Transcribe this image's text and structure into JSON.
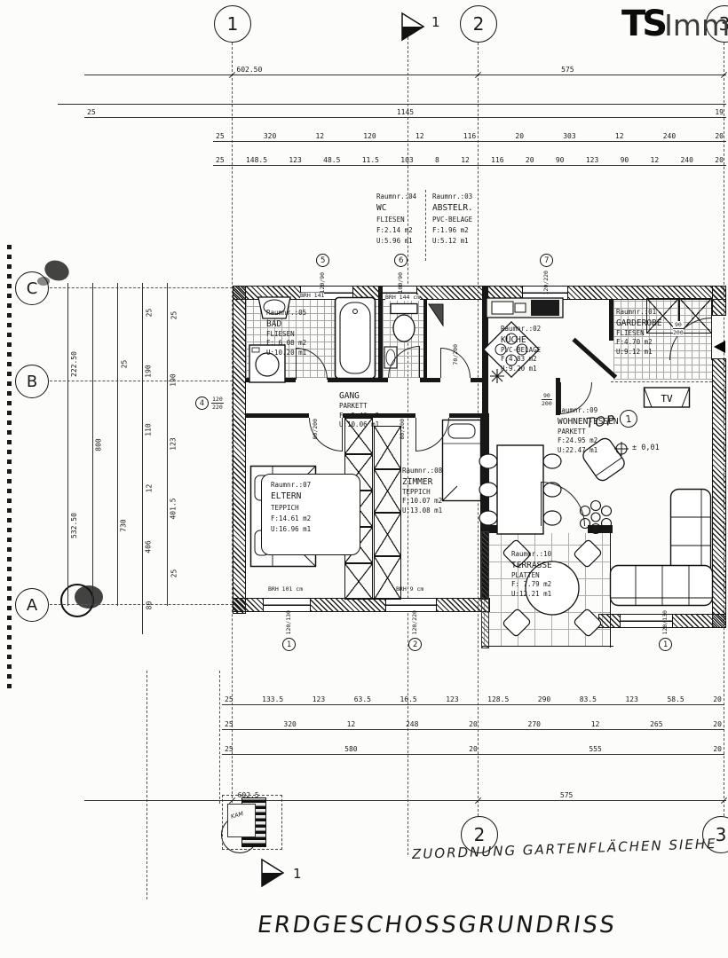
{
  "meta": {
    "logo_bold": "TS",
    "logo_rest": "Immo",
    "drawing_title": "ERDGESCHOSSGRUNDRISS",
    "handwritten_note": "ZUORDNUNG GARTENFLÄCHEN SIEHE",
    "section_mark_top": "1",
    "section_mark_bottom": "1",
    "detail_label": "KAM"
  },
  "axes": {
    "top": [
      "1",
      "2",
      "3"
    ],
    "bottom": [
      "2",
      "3"
    ],
    "left": [
      "C",
      "B",
      "A"
    ]
  },
  "dims": {
    "top_rows": [
      {
        "labels": [
          "602.50",
          "575"
        ]
      },
      {
        "labels": [
          "25",
          "1145",
          "19"
        ]
      },
      {
        "labels": [
          "25",
          "320",
          "12",
          "120",
          "12",
          "116",
          "20",
          "303",
          "12",
          "240",
          "20"
        ]
      },
      {
        "labels": [
          "25",
          "148.5",
          "123",
          "48.5",
          "11.5",
          "103",
          "8",
          "12",
          "116",
          "20",
          "90",
          "123",
          "90",
          "12",
          "240",
          "20"
        ]
      }
    ],
    "bottom_rows": [
      {
        "labels": [
          "25",
          "133.5",
          "123",
          "63.5",
          "16.5",
          "123",
          "128.5",
          "290",
          "83.5",
          "123",
          "58.5",
          "20"
        ]
      },
      {
        "labels": [
          "25",
          "320",
          "12",
          "248",
          "20",
          "270",
          "12",
          "265",
          "20"
        ]
      },
      {
        "labels": [
          "25",
          "580",
          "20",
          "555",
          "20"
        ]
      },
      {
        "labels": [
          "602.5",
          "575"
        ]
      }
    ],
    "left_cols": [
      {
        "labels": [
          "222.50",
          "532.50"
        ]
      },
      {
        "labels": [
          "800"
        ]
      },
      {
        "labels": [
          "25",
          "730"
        ]
      },
      {
        "labels": [
          "25",
          "190",
          "110",
          "12",
          "406",
          "80"
        ]
      },
      {
        "labels": [
          "25",
          "190",
          "123",
          "401.5",
          "25"
        ]
      }
    ]
  },
  "rooms": {
    "wc_note": {
      "lines": [
        "Raumnr.:04",
        "WC",
        "FLIESEN",
        "F:2.14 m2",
        "U:5.96 m1"
      ]
    },
    "abstellraum_note": {
      "lines": [
        "Raumnr.:03",
        "ABSTELR.",
        "PVC-BELAGE",
        "F:1.96 m2",
        "U:5.12 m1"
      ]
    },
    "bad": {
      "lines": [
        "Raumnr.:05",
        "BAD",
        "FLIESEN",
        "F: 6.08 m2",
        "U:10.20 m1"
      ]
    },
    "kueche": {
      "lines": [
        "Raumnr.:02",
        "KÜCHE",
        "PVC-BELAGE",
        "F:4.83 m2",
        "U:9.20 m1"
      ]
    },
    "garderobe": {
      "lines": [
        "Raumnr.:01",
        "GARDEROBE",
        "FLIESEN",
        "F:4.70 m2",
        "U:9.12 m1"
      ]
    },
    "gang": {
      "lines": [
        "GANG",
        "PARKETT",
        "F: 5.40 m2",
        "U:10.06 m1"
      ]
    },
    "wohnen_essen": {
      "lines": [
        "Raumnr.:09",
        "WOHNEN-ESSEN",
        "PARKETT",
        "F:24.95 m2",
        "U:22.47 m1"
      ]
    },
    "eltern": {
      "lines": [
        "Raumnr.:07",
        "ELTERN",
        "TEPPICH",
        "F:14.61 m2",
        "U:16.96 m1"
      ]
    },
    "zimmer": {
      "lines": [
        "Raumnr.:08",
        "ZIMMER",
        "TEPPICH",
        "F:10.07 m2",
        "U:13.08 m1"
      ]
    },
    "terrasse": {
      "lines": [
        "Raumnr.:10",
        "TERRASSE",
        "PLATTEN",
        "F: 7.79 m2",
        "U:12.21 m1"
      ]
    }
  },
  "openings": {
    "win_top": [
      {
        "no": "5",
        "size": "120/90"
      },
      {
        "no": "6",
        "size": "100/90"
      },
      {
        "no": "7",
        "size": "120/220"
      }
    ],
    "win_bottom": [
      {
        "no": "1",
        "size": "120/130"
      },
      {
        "no": "2",
        "size": "120/220"
      },
      {
        "no": "1",
        "size": "120/130"
      }
    ],
    "door_left": {
      "no": "4",
      "w": "120",
      "h": "220"
    },
    "door_wohnen": {
      "w": "90",
      "h": "200"
    },
    "door_entry": {
      "w": "90",
      "h": "200"
    },
    "door_eltern": "80/200",
    "door_zimmer": "80/200",
    "door_abstell": "70/200",
    "brh": {
      "bad": "BRH 141",
      "wc": "BRH 144 cm",
      "eltern": "BRH 101 cm",
      "zimmer": "BRH 9 cm"
    }
  },
  "plan_labels": {
    "top_unit": "TOP",
    "top_unit_no": "1",
    "level": "± 0,01",
    "tv": "TV"
  }
}
